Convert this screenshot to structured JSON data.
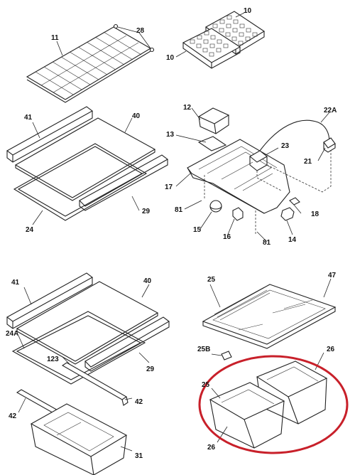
{
  "labels": {
    "l11": "11",
    "l28": "28",
    "l10a": "10",
    "l10b": "10",
    "l12": "12",
    "l22A": "22A",
    "l13": "13",
    "l23": "23",
    "l21": "21",
    "l17": "17",
    "l81a": "81",
    "l18": "18",
    "l15": "15",
    "l16": "16",
    "l14": "14",
    "l81b": "81",
    "l41a": "41",
    "l40a": "40",
    "l29a": "29",
    "l24": "24",
    "l41b": "41",
    "l40b": "40",
    "l24A": "24A",
    "l123": "123",
    "l29b": "29",
    "l42a": "42",
    "l42b": "42",
    "l31": "31",
    "l25": "25",
    "l47": "47",
    "l25B": "25B",
    "l26a": "26",
    "l25b": "25",
    "l26b": "26"
  },
  "colors": {
    "line": "#222222",
    "highlight": "#c8202a",
    "background": "#ffffff"
  }
}
